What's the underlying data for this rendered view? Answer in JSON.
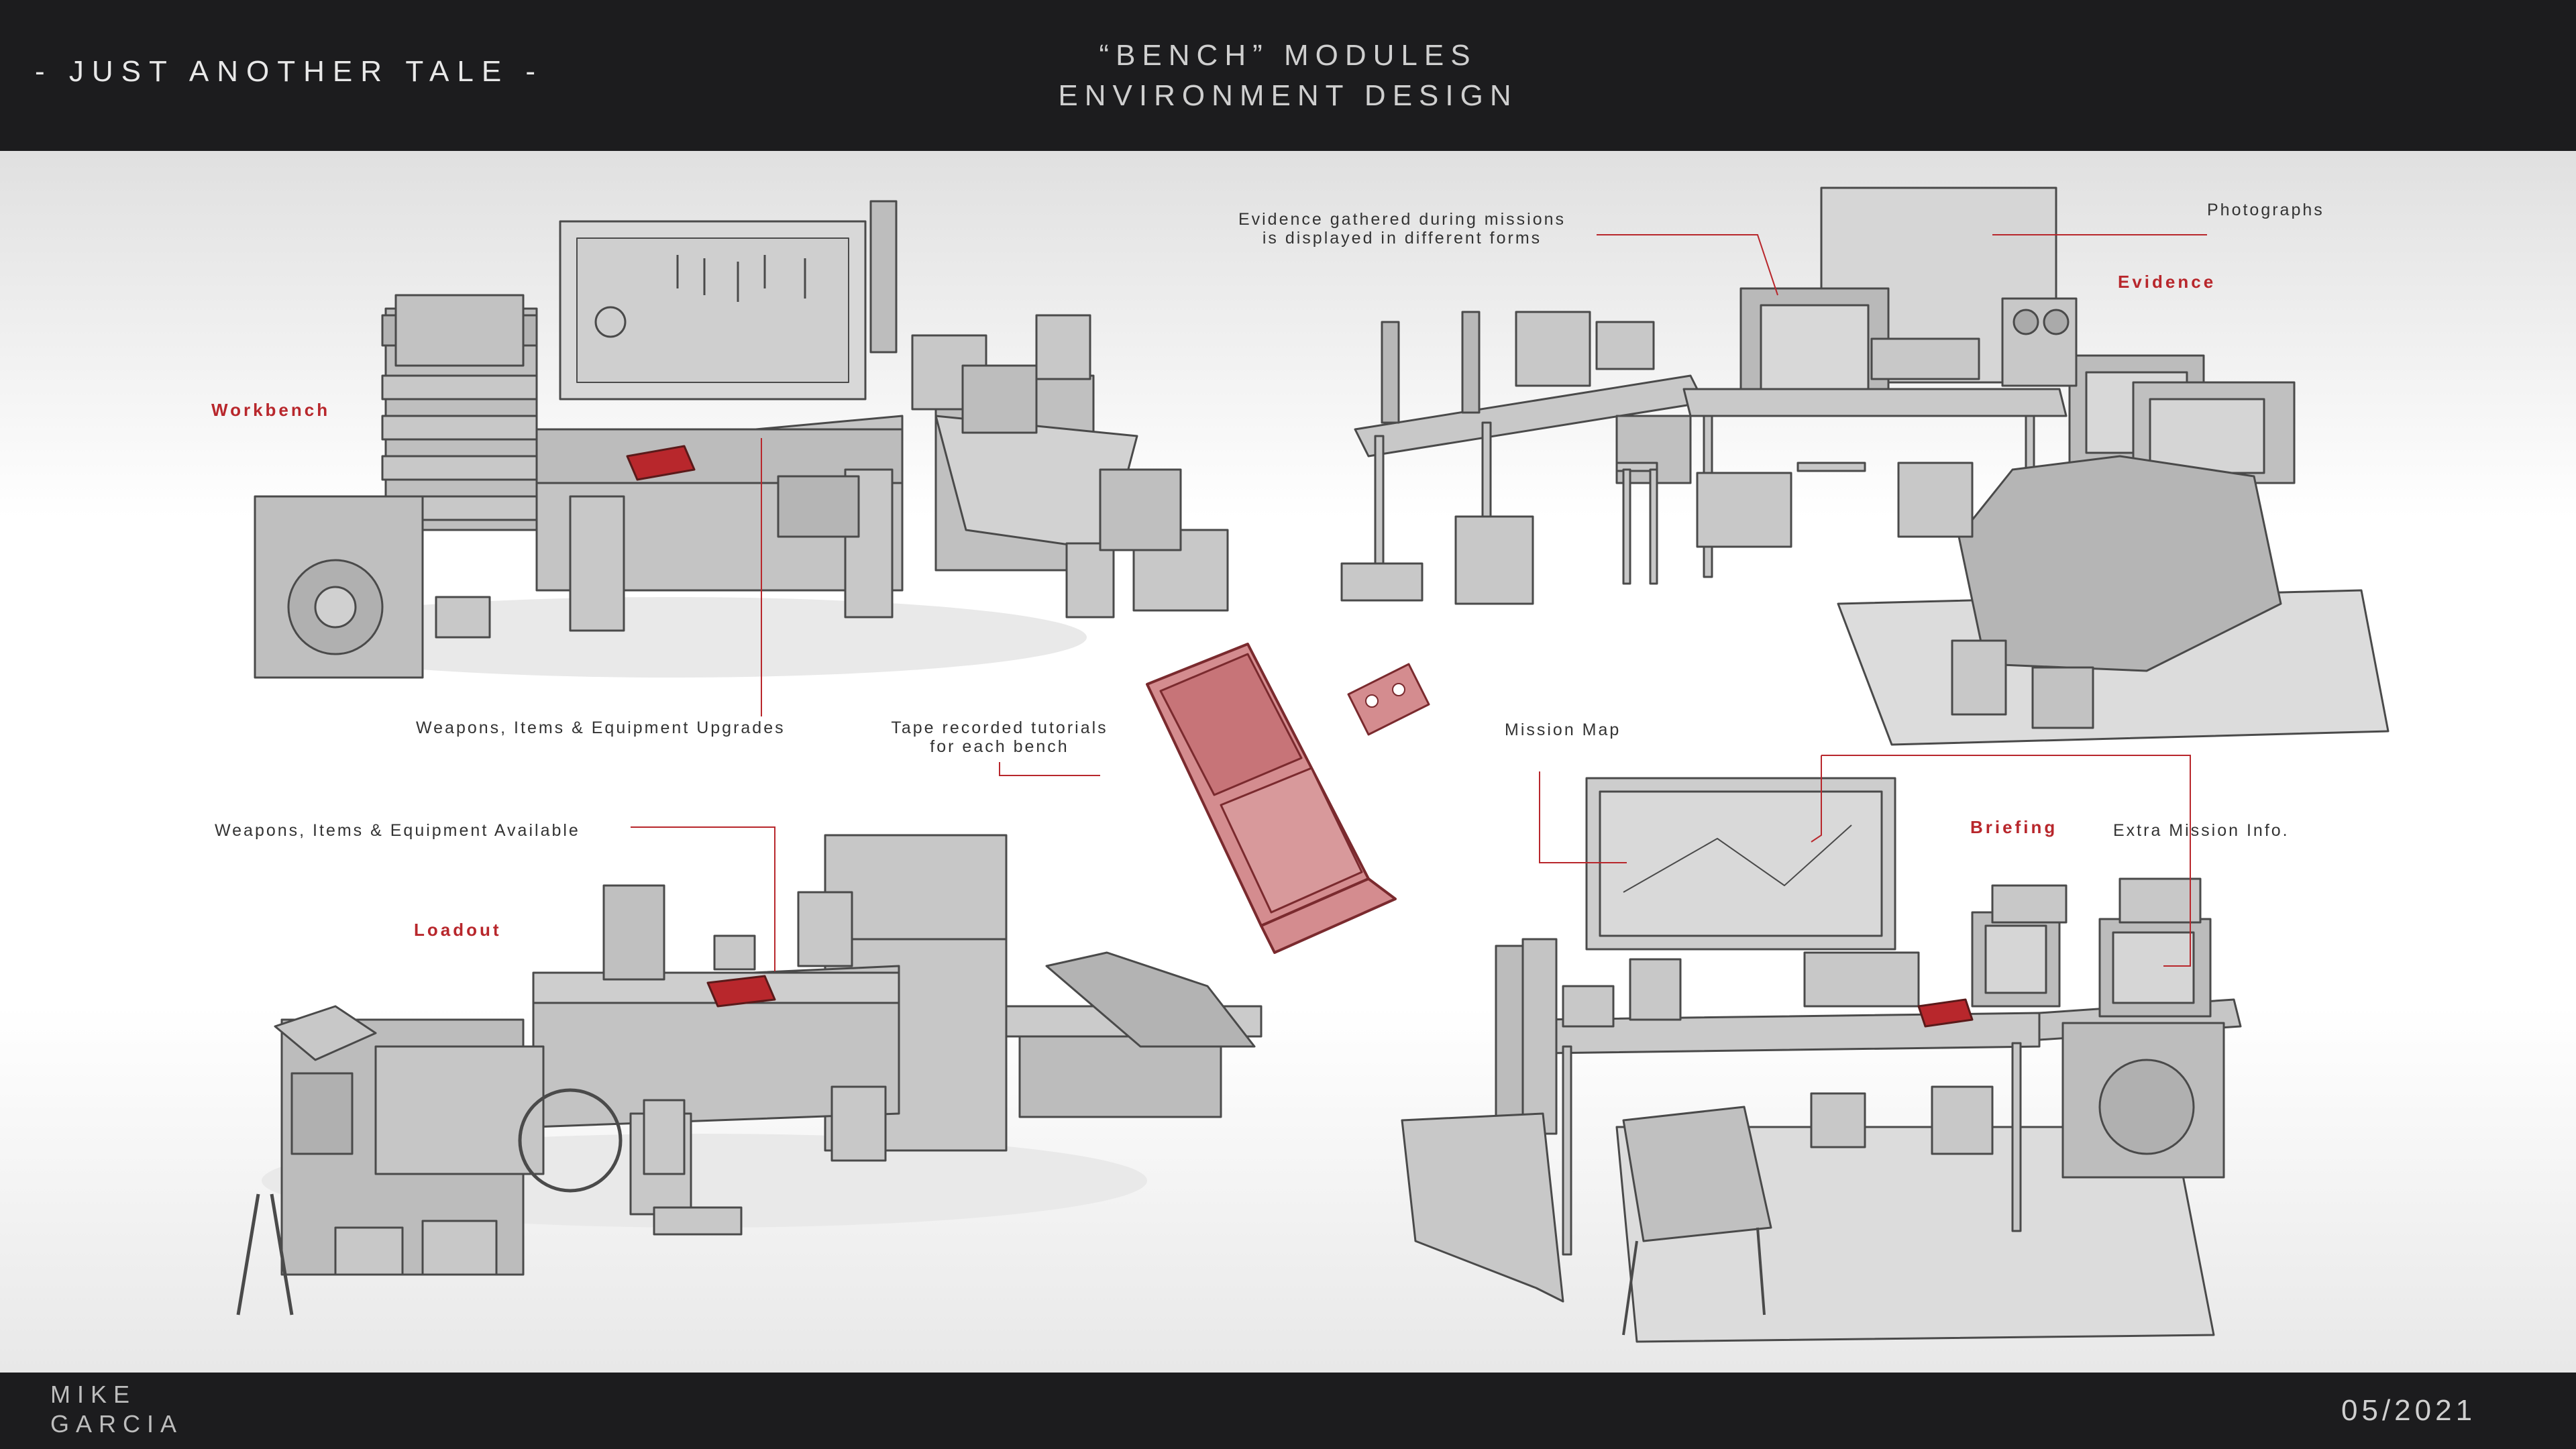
{
  "header": {
    "project_title": "- JUST ANOTHER TALE -",
    "modules_title": "“BENCH” MODULES",
    "subtitle": "ENVIRONMENT DESIGN"
  },
  "footer": {
    "artist_first": "MIKE",
    "artist_last": "GARCIA",
    "date": "05/2021"
  },
  "labels": {
    "workbench": "Workbench",
    "upgrades": "Weapons, Items & Equipment Upgrades",
    "tape_line1": "Tape recorded tutorials",
    "tape_line2": "for each bench",
    "evidence_note_line1": "Evidence gathered during missions",
    "evidence_note_line2": "is displayed in different forms",
    "photographs": "Photographs",
    "evidence": "Evidence",
    "available": "Weapons, Items & Equipment Available",
    "loadout": "Loadout",
    "mission_map": "Mission Map",
    "briefing": "Briefing",
    "extra_info": "Extra Mission Info."
  },
  "colors": {
    "accent_red": "#b8272c",
    "prop_fill": "#c8c8c8",
    "prop_line": "#4a4a4a",
    "bar_bg": "#1c1c1e"
  }
}
